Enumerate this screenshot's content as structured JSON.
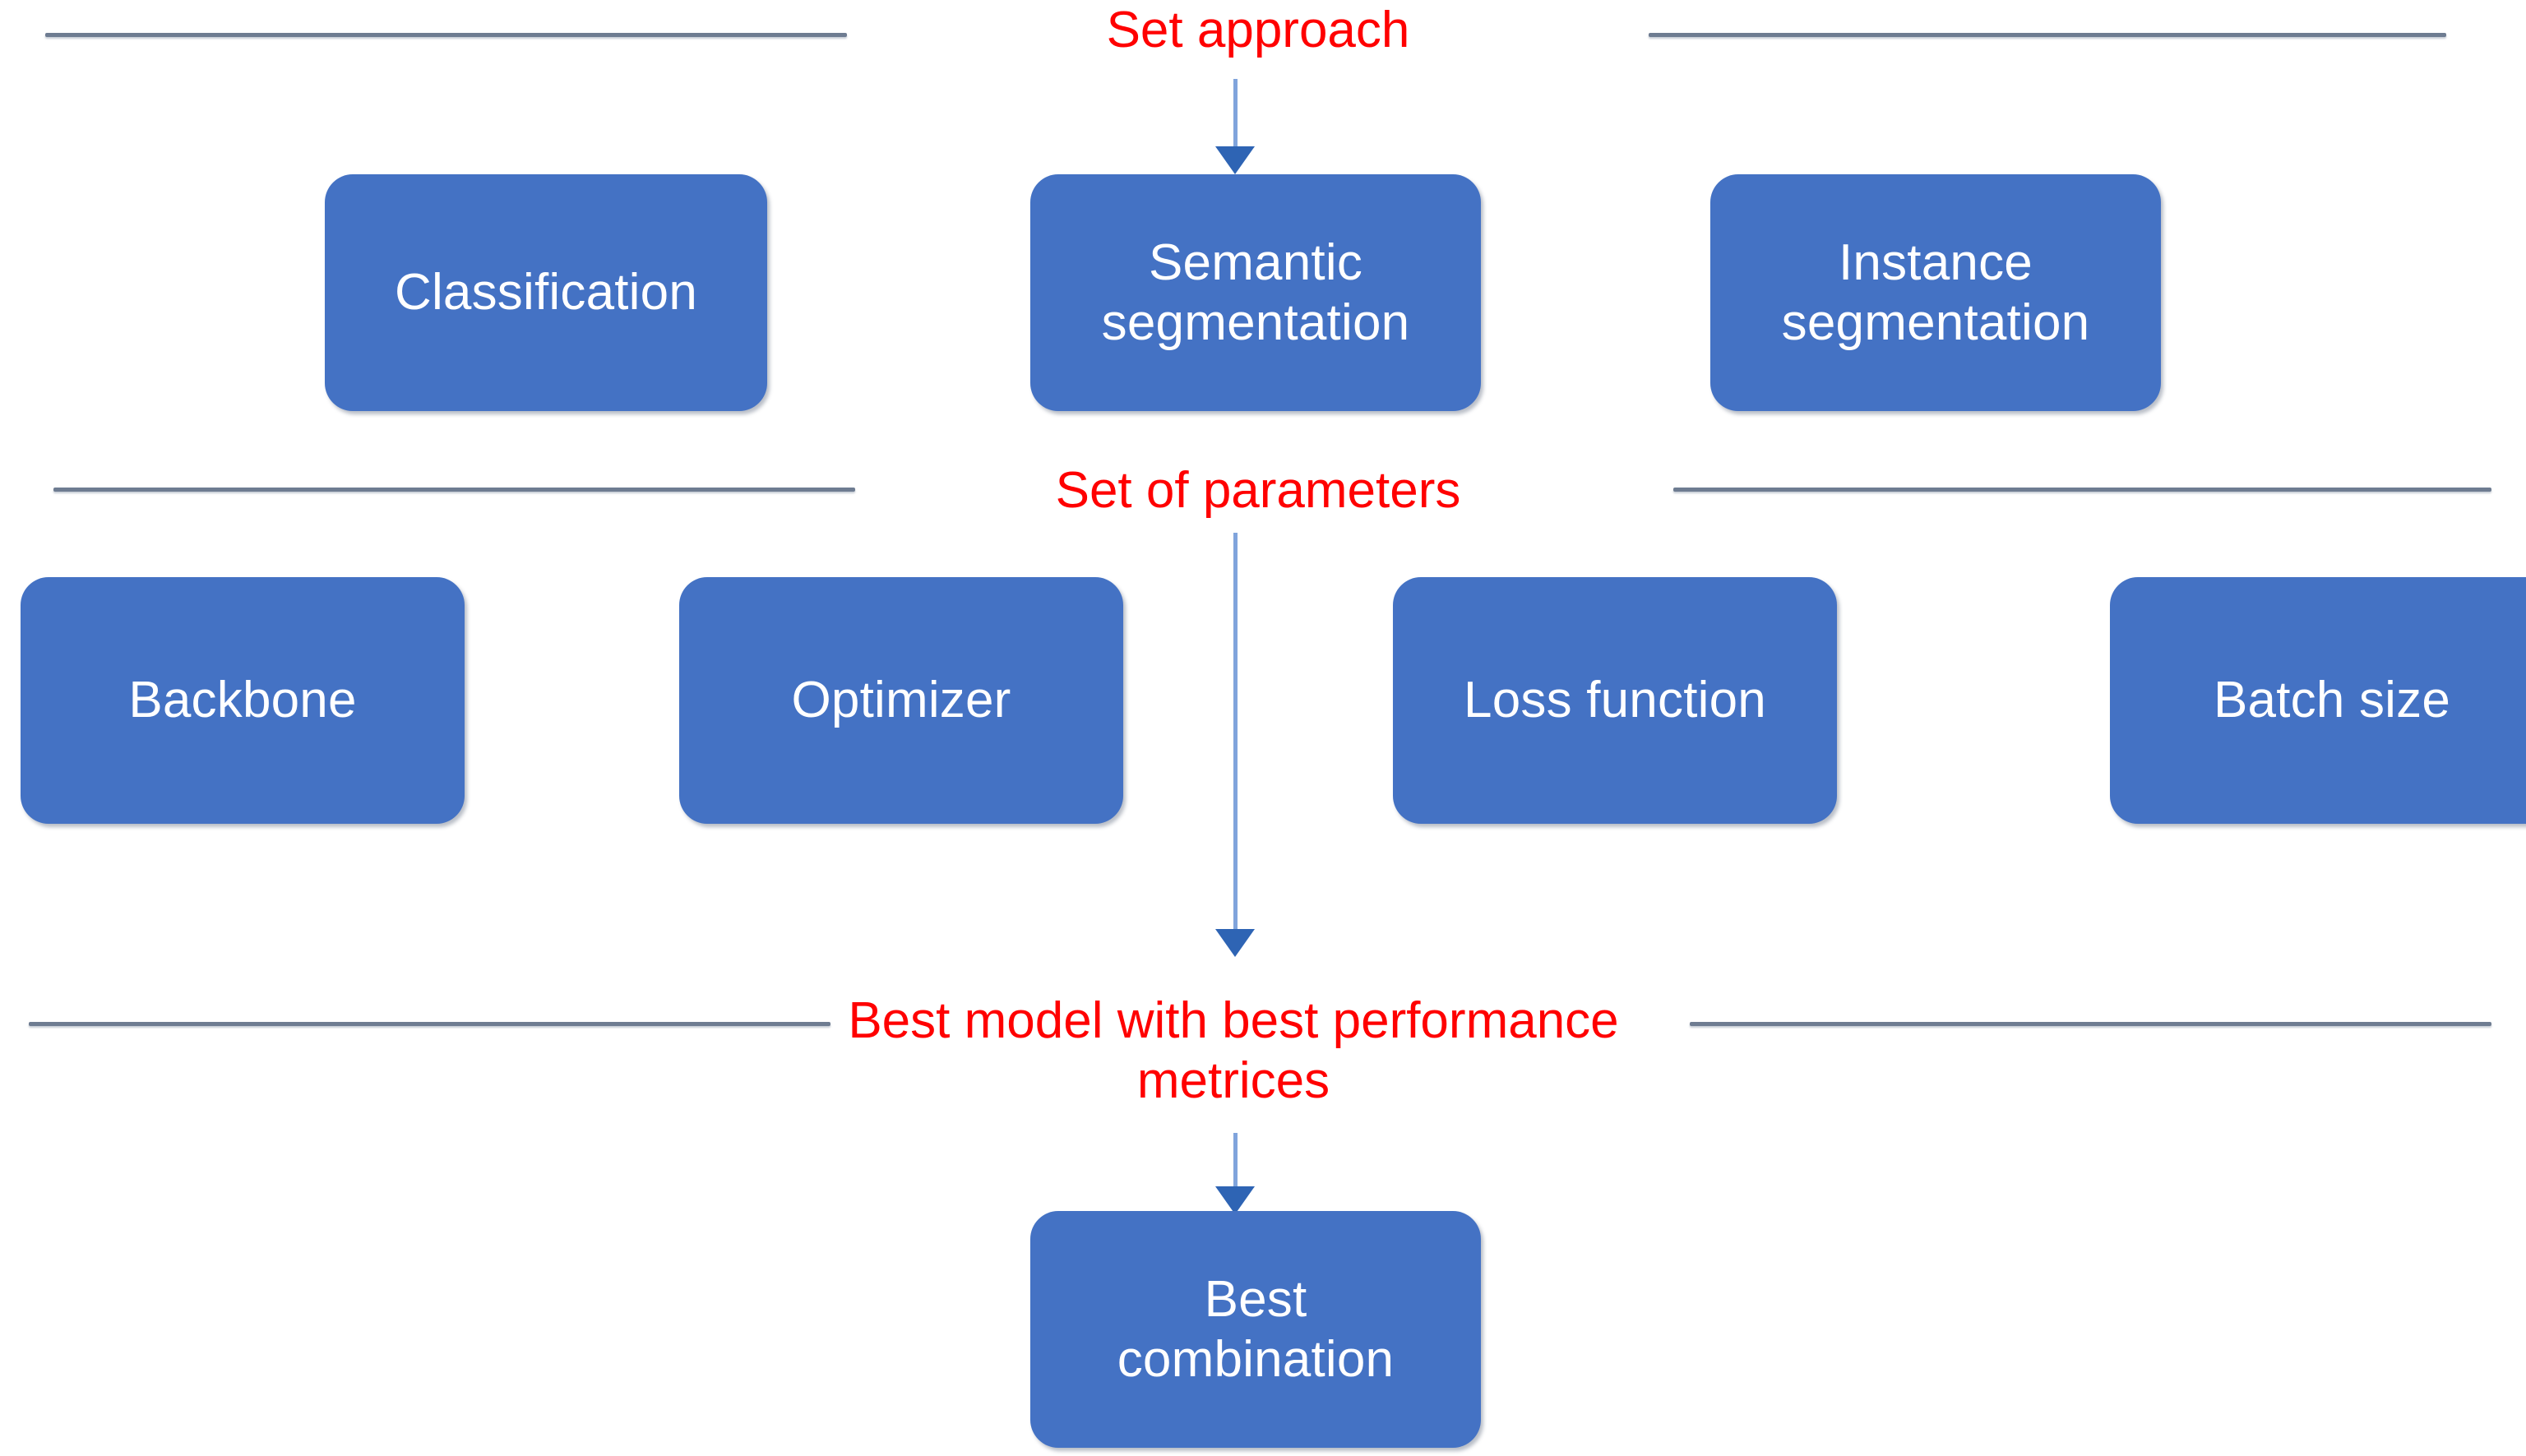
{
  "diagram": {
    "title_text_color": "#FF0000",
    "node_fill_color": "#4472C4",
    "node_text_color": "#FFFFFF",
    "rule_color": "#6E7C91",
    "arrow_color": "#80A4DC",
    "captions": {
      "set_approach": "Set approach",
      "set_of_parameters": "Set of parameters",
      "best_model": "Best model with best performance\nmetrices"
    },
    "approach_nodes": [
      {
        "label": "Classification"
      },
      {
        "label": "Semantic\nsegmentation"
      },
      {
        "label": "Instance\nsegmentation"
      }
    ],
    "parameter_nodes": [
      {
        "label": "Backbone"
      },
      {
        "label": "Optimizer"
      },
      {
        "label": "Loss function"
      },
      {
        "label": "Batch size"
      }
    ],
    "result_node": {
      "label": "Best\ncombination"
    }
  }
}
